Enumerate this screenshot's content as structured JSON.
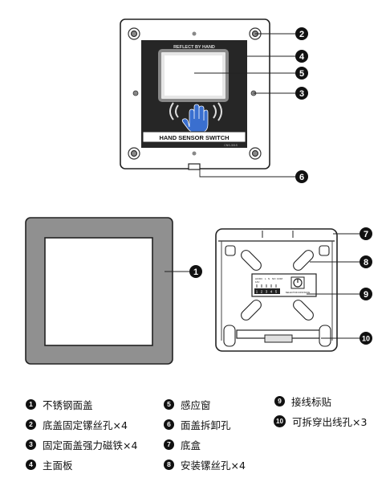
{
  "front": {
    "reflect_text": "REFLECT BY HAND",
    "switch_text": "HAND SENSOR SWITCH",
    "model_text": "CNS-301S"
  },
  "back": {
    "terminal_labels": [
      "AC/DC",
      "12V",
      "L",
      "N",
      "NO",
      "COM"
    ],
    "terminal_numbers": [
      "1",
      "2",
      "3",
      "4",
      "5"
    ],
    "selector_text": "SELECTION DISTANCE"
  },
  "callouts": [
    "1",
    "2",
    "3",
    "4",
    "5",
    "6",
    "7",
    "8",
    "9",
    "10"
  ],
  "legend": [
    {
      "num": "1",
      "text": "不锈钢面盖"
    },
    {
      "num": "2",
      "text": "底盖固定镙丝孔×4"
    },
    {
      "num": "3",
      "text": "固定面盖强力磁铁×4"
    },
    {
      "num": "4",
      "text": "主面板"
    },
    {
      "num": "5",
      "text": "感应窗"
    },
    {
      "num": "6",
      "text": "面盖拆卸孔"
    },
    {
      "num": "7",
      "text": "底盒"
    },
    {
      "num": "8",
      "text": "安装镙丝孔×4"
    },
    {
      "num": "9",
      "text": "接线标贴"
    },
    {
      "num": "10",
      "text": "可拆穿出线孔×3"
    }
  ]
}
